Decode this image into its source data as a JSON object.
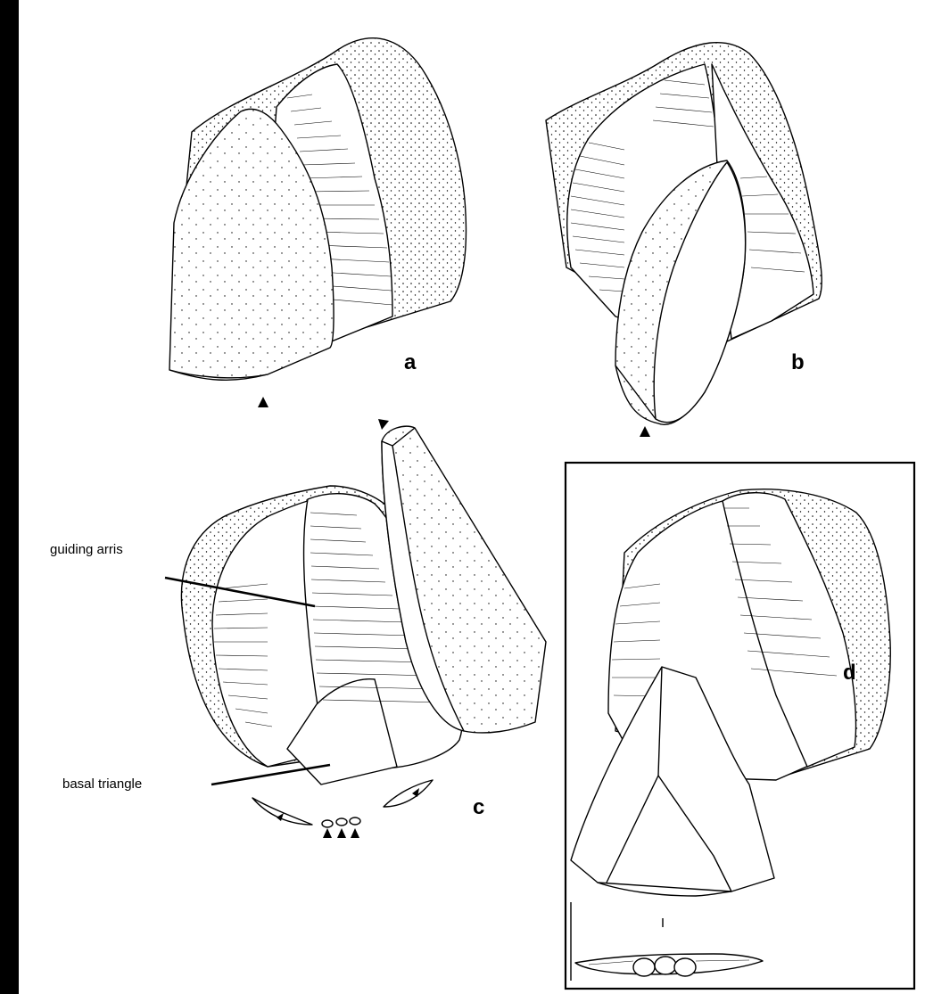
{
  "figure": {
    "panels": [
      {
        "id": "a",
        "label": "a"
      },
      {
        "id": "b",
        "label": "b"
      },
      {
        "id": "c",
        "label": "c"
      },
      {
        "id": "d",
        "label": "d"
      }
    ],
    "callouts": {
      "guiding_arris": "guiding arris",
      "basal_triangle": "basal triangle"
    }
  }
}
